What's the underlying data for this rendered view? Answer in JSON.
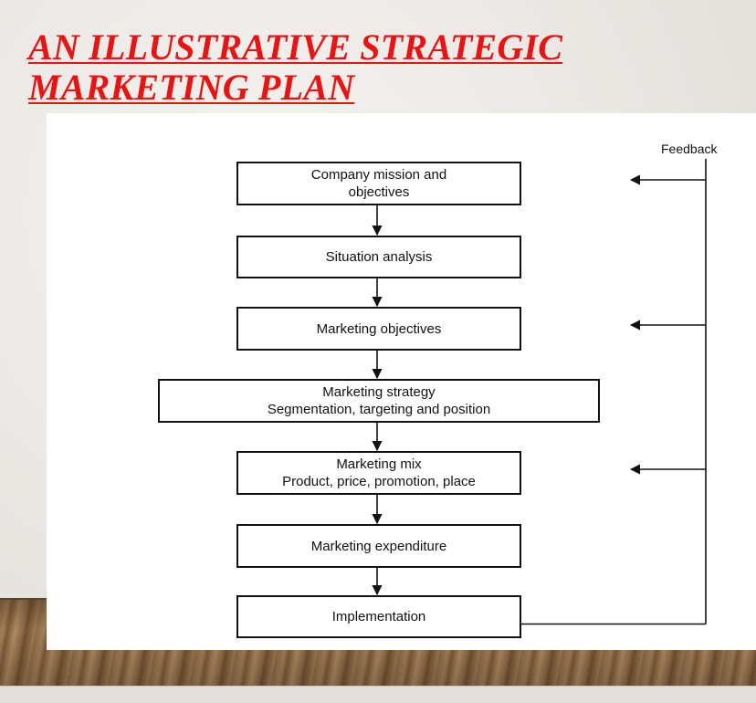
{
  "slide": {
    "title_lines": [
      "AN ILLUSTRATIVE STRATEGIC",
      "MARKETING PLAN"
    ],
    "title_color": "#ee1111"
  },
  "diagram": {
    "feedback_label": "Feedback",
    "nodes": [
      {
        "id": "mission",
        "lines": [
          "Company mission and",
          "objectives"
        ]
      },
      {
        "id": "situation",
        "lines": [
          "Situation analysis"
        ]
      },
      {
        "id": "objectives",
        "lines": [
          "Marketing objectives"
        ]
      },
      {
        "id": "strategy",
        "lines": [
          "Marketing strategy",
          "Segmentation, targeting and position"
        ]
      },
      {
        "id": "mix",
        "lines": [
          "Marketing mix",
          "Product, price, promotion, place"
        ]
      },
      {
        "id": "expenditure",
        "lines": [
          "Marketing expenditure"
        ]
      },
      {
        "id": "implementation",
        "lines": [
          "Implementation"
        ]
      }
    ],
    "edges": [
      {
        "from": "mission",
        "to": "situation"
      },
      {
        "from": "situation",
        "to": "objectives"
      },
      {
        "from": "objectives",
        "to": "strategy"
      },
      {
        "from": "strategy",
        "to": "mix"
      },
      {
        "from": "mix",
        "to": "expenditure"
      },
      {
        "from": "expenditure",
        "to": "implementation"
      }
    ],
    "feedback_targets": [
      "mission",
      "objectives",
      "mix"
    ]
  }
}
